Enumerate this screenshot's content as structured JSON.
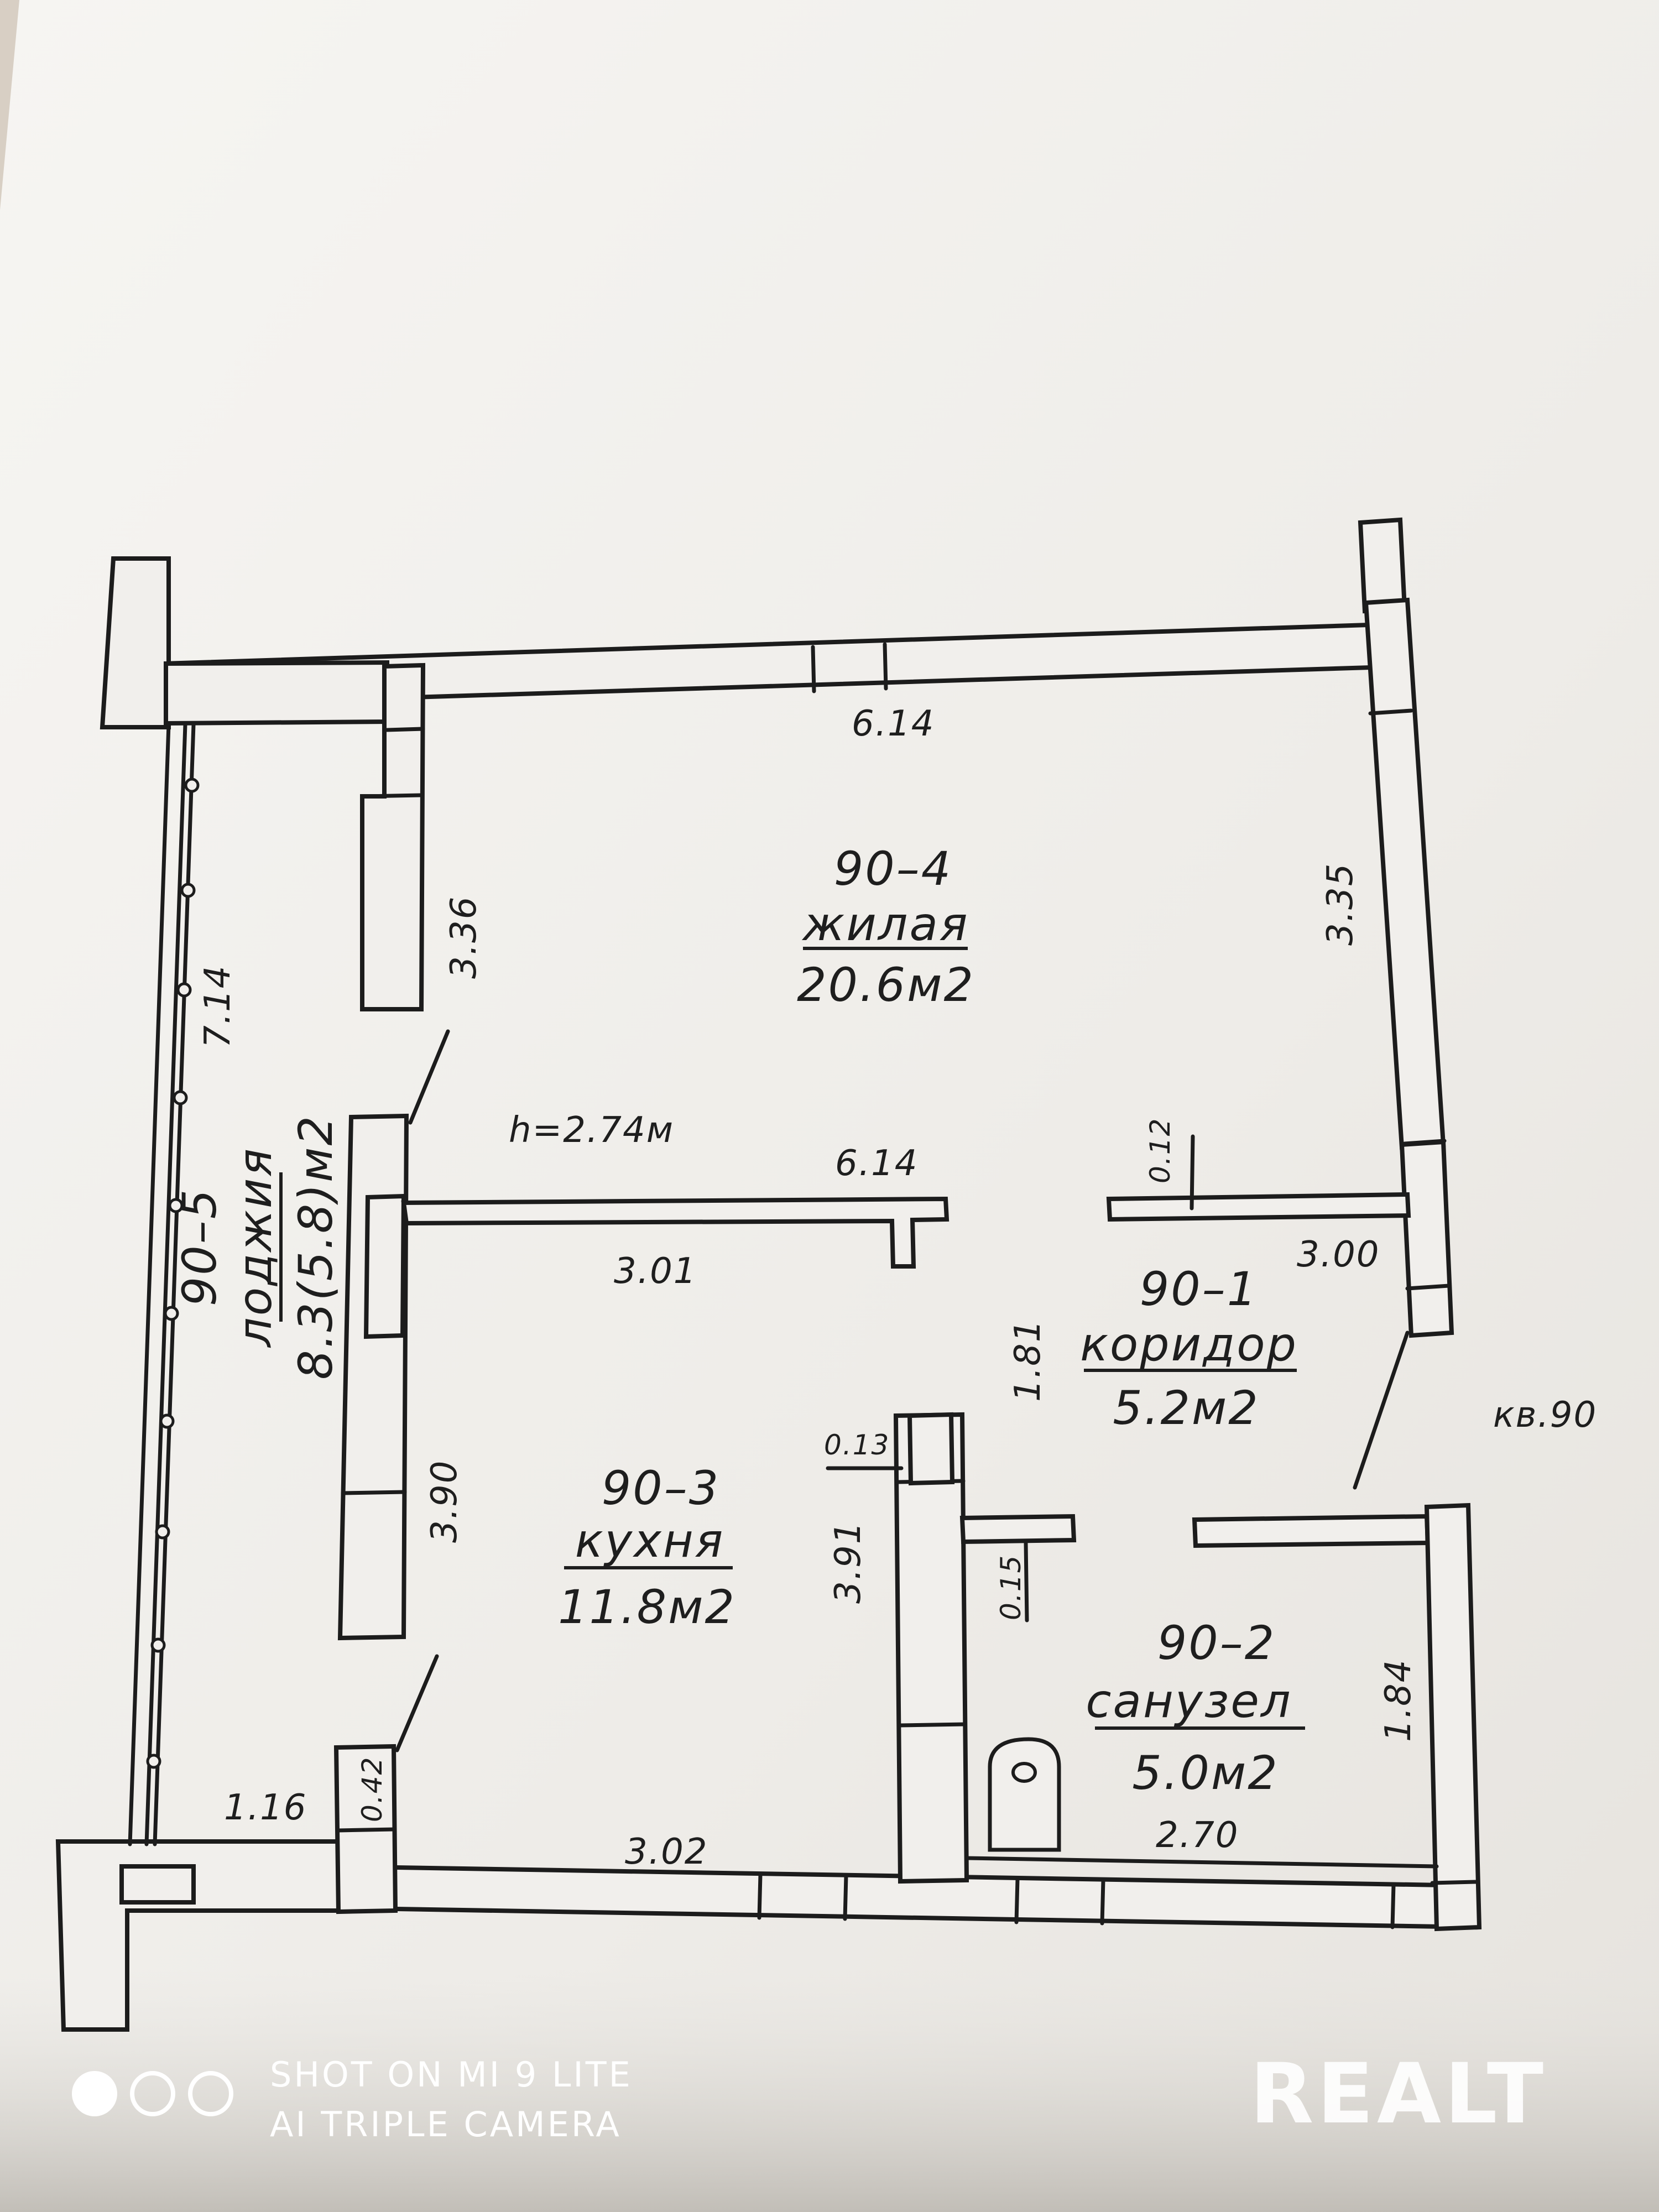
{
  "colors": {
    "paper": "#f1efec",
    "ink": "#1c1c1c",
    "background": "#dcd8d2"
  },
  "plan": {
    "rooms": {
      "living": {
        "id": "90–4",
        "name": "жилая",
        "area": "20.6м2"
      },
      "kitchen": {
        "id": "90–3",
        "name": "кухня",
        "area": "11.8м2"
      },
      "corridor": {
        "id": "90–1",
        "name": "коридор",
        "area": "5.2м2"
      },
      "bathroom": {
        "id": "90–2",
        "name": "санузел",
        "area": "5.0м2"
      },
      "loggia": {
        "id": "90–5",
        "name": "лоджия",
        "area": "8.3(5.8)м2"
      }
    },
    "ceiling_height": "h=2.74м",
    "apartment": "кв.90",
    "dims": {
      "top_width": "6.14",
      "mid_width": "6.14",
      "living_right": "3.35",
      "living_left": "3.36",
      "loggia_len": "7.14",
      "kitchen_top": "3.01",
      "kitchen_left": "3.90",
      "kitchen_right": "3.91",
      "kitchen_bottom": "3.02",
      "corridor_height": "1.81",
      "corridor_width": "3.00",
      "bath_height": "1.84",
      "bath_width": "2.70",
      "wall_012": "0.12",
      "wall_013": "0.13",
      "wall_015": "0.15",
      "wall_042": "0.42",
      "loggia_small": "1.16"
    }
  },
  "camera": {
    "line1": "SHOT ON MI 9 LITE",
    "line2": "AI TRIPLE CAMERA"
  },
  "watermark": {
    "text": "REALT"
  }
}
